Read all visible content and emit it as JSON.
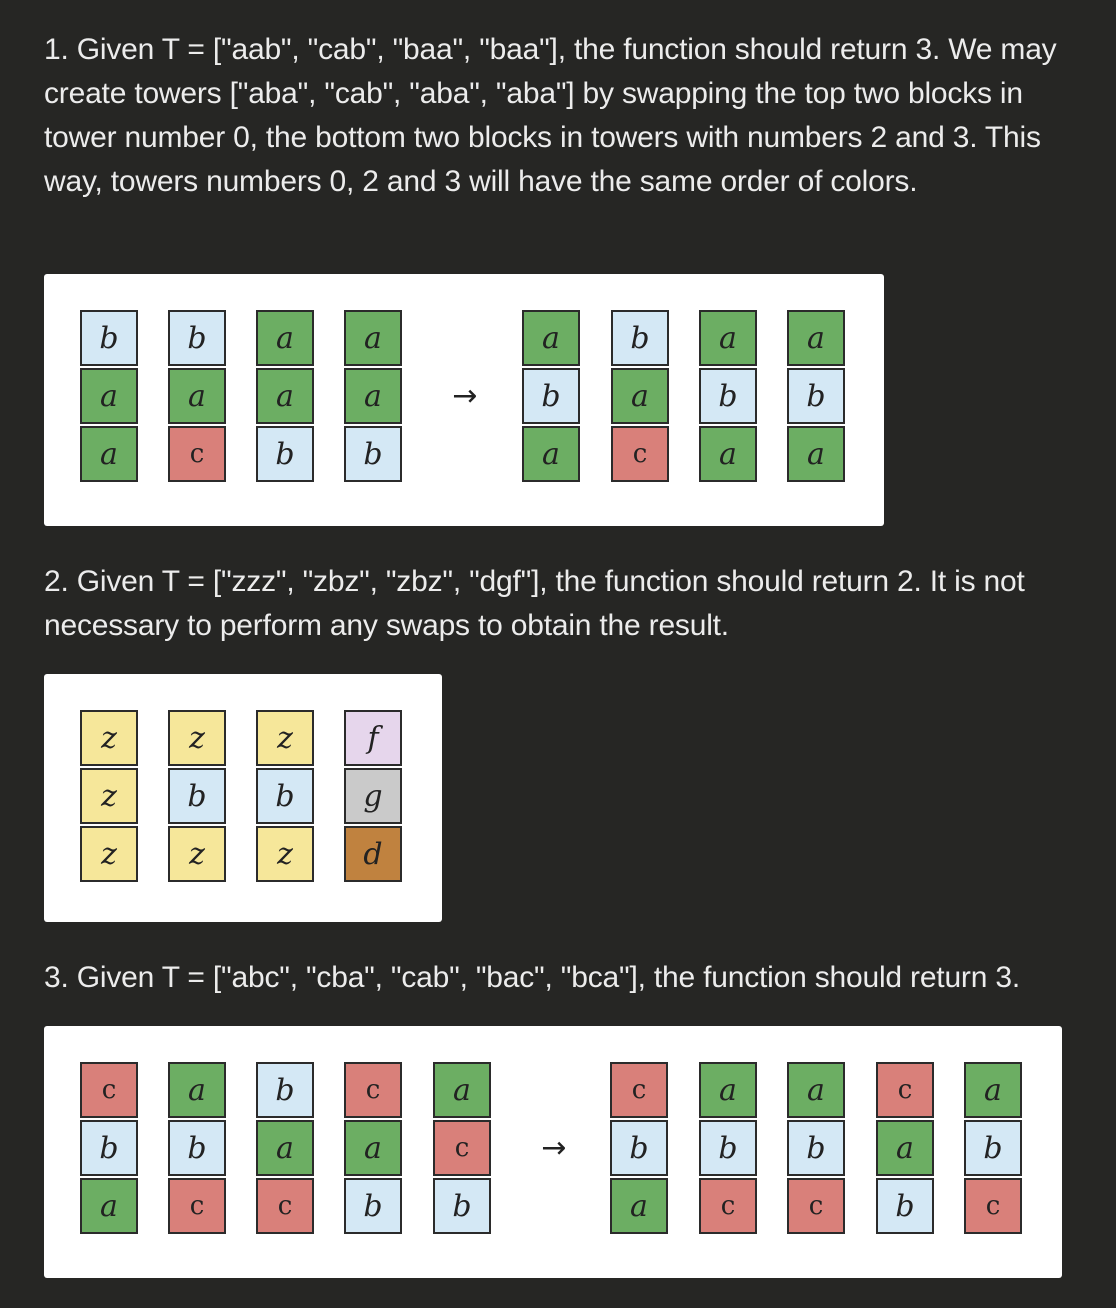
{
  "colors": {
    "background": "#262624",
    "panel": "#ffffff",
    "a": "#6cae63",
    "b": "#d4e8f5",
    "c": "#d9807a",
    "z": "#f6e79a",
    "f": "#e6d6ec",
    "g": "#cacaca",
    "d": "#c0823f"
  },
  "examples": [
    {
      "text": "1. Given T = [\"aab\", \"cab\", \"baa\", \"baa\"], the function should return 3. We may create towers [\"aba\", \"cab\", \"aba\", \"aba\"] by swapping the top two blocks in tower number 0, the bottom two blocks in towers with numbers 2 and 3. This way, towers numbers 0, 2 and 3 will have the same order of colors.",
      "arrow": "→",
      "before": [
        [
          "b",
          "a",
          "a"
        ],
        [
          "b",
          "a",
          "c"
        ],
        [
          "a",
          "a",
          "b"
        ],
        [
          "a",
          "a",
          "b"
        ]
      ],
      "after": [
        [
          "a",
          "b",
          "a"
        ],
        [
          "b",
          "a",
          "c"
        ],
        [
          "a",
          "b",
          "a"
        ],
        [
          "a",
          "b",
          "a"
        ]
      ]
    },
    {
      "text": "2. Given T = [\"zzz\", \"zbz\", \"zbz\", \"dgf\"], the function should return 2. It is not necessary to perform any swaps to obtain the result.",
      "arrow": "",
      "before": [
        [
          "z",
          "z",
          "z"
        ],
        [
          "z",
          "b",
          "z"
        ],
        [
          "z",
          "b",
          "z"
        ],
        [
          "f",
          "g",
          "d"
        ]
      ],
      "after": []
    },
    {
      "text": "3. Given T = [\"abc\", \"cba\", \"cab\", \"bac\", \"bca\"], the function should return 3.",
      "arrow": "→",
      "before": [
        [
          "c",
          "b",
          "a"
        ],
        [
          "a",
          "b",
          "c"
        ],
        [
          "b",
          "a",
          "c"
        ],
        [
          "c",
          "a",
          "b"
        ],
        [
          "a",
          "c",
          "b"
        ]
      ],
      "after": [
        [
          "c",
          "b",
          "a"
        ],
        [
          "a",
          "b",
          "c"
        ],
        [
          "a",
          "b",
          "c"
        ],
        [
          "c",
          "a",
          "b"
        ],
        [
          "a",
          "b",
          "c"
        ]
      ]
    }
  ]
}
